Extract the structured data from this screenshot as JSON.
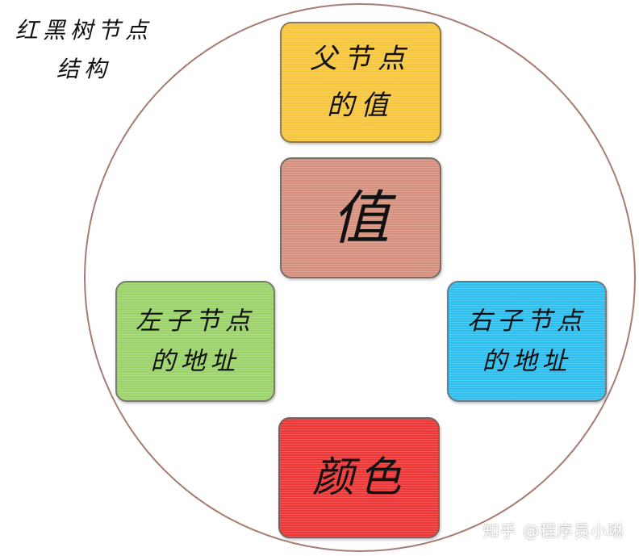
{
  "diagram": {
    "title": "红黑树节点\n结构",
    "nodes": {
      "parent": "父节点\n的值",
      "value": "值",
      "left": "左子节点\n的地址",
      "right": "右子节点\n的地址",
      "color": "颜色"
    },
    "colors": {
      "parent": "#f6c63d",
      "value": "#d5907e",
      "left": "#9bd36a",
      "right": "#2fbfef",
      "color": "#ee3636",
      "circle": "#a87b72"
    }
  },
  "watermark": "知乎 @程序员小琳"
}
